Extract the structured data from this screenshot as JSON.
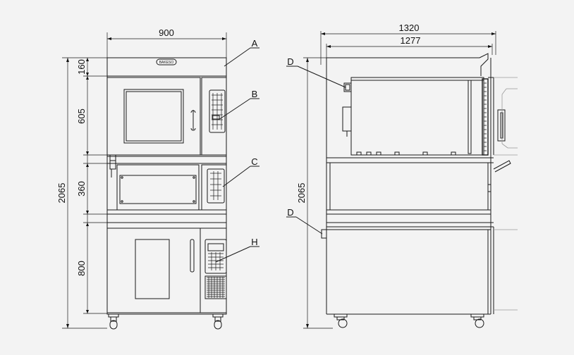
{
  "front_view": {
    "width": "900",
    "total_height": "2065",
    "section_heights": [
      "160",
      "605",
      "360",
      "800"
    ],
    "logo_text": "BAKESO"
  },
  "side_view": {
    "overall_depth": "1320",
    "body_depth": "1277",
    "total_height": "2065"
  },
  "callouts": {
    "a": "A",
    "b": "B",
    "c": "C",
    "h": "H",
    "d_top": "D",
    "d_bottom": "D"
  }
}
